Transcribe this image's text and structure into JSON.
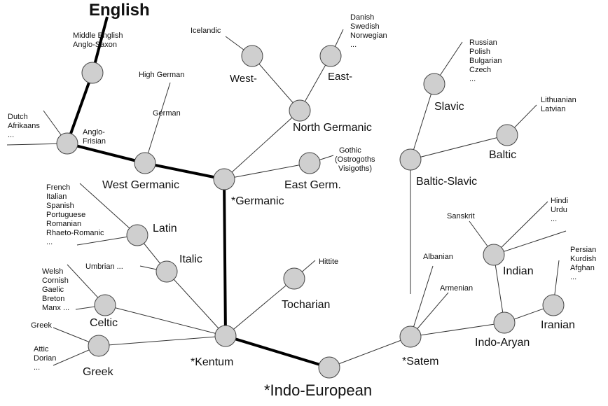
{
  "labels": {
    "english": "English",
    "middle_english": "Middle English",
    "anglo_saxon": "Anglo-Saxon",
    "icelandic": "Icelandic",
    "danish": "Danish",
    "swedish": "Swedish",
    "norwegian": "Norwegian",
    "nordic_more": "...",
    "west_n": "West-",
    "east_n": "East-",
    "high_german": "High German",
    "german": "German",
    "north_germanic": "North Germanic",
    "dutch": "Dutch",
    "afrikaans": "Afrikaans",
    "dutch_more": "...",
    "anglo": "Anglo-",
    "frisian": "Frisian",
    "gothic": "Gothic",
    "ostrogoths": "(Ostrogoths",
    "visigoths": "Visigoths)",
    "west_germanic": "West Germanic",
    "east_germ": "East Germ.",
    "germanic": "*Germanic",
    "french": "French",
    "italian": "Italian",
    "spanish": "Spanish",
    "portuguese": "Portuguese",
    "romanian": "Romanian",
    "rhaeto_romanic": "Rhaeto-Romanic",
    "romance_more": "...",
    "latin": "Latin",
    "umbrian": "Umbrian ...",
    "italic": "Italic",
    "welsh": "Welsh",
    "cornish": "Cornish",
    "gaelic": "Gaelic",
    "breton": "Breton",
    "manx": "Manx ...",
    "celtic": "Celtic",
    "greek_lang": "Greek",
    "attic": "Attic",
    "dorian": "Dorian",
    "greek_more": "...",
    "greek": "Greek",
    "hittite": "Hittite",
    "tocharian": "Tocharian",
    "kentum": "*Kentum",
    "indo_european": "*Indo-European",
    "russian": "Russian",
    "polish": "Polish",
    "bulgarian": "Bulgarian",
    "czech": "Czech",
    "slavic_more": "...",
    "slavic": "Slavic",
    "lithuanian": "Lithuanian",
    "latvian": "Latvian",
    "baltic": "Baltic",
    "baltic_slavic": "Baltic-Slavic",
    "sanskrit": "Sanskrit",
    "hindi": "Hindi",
    "urdu": "Urdu",
    "indic_more": "...",
    "indian": "Indian",
    "albanian": "Albanian",
    "armenian": "Armenian",
    "persian": "Persian",
    "kurdish": "Kurdish",
    "afghan": "Afghan",
    "iranian_more": "...",
    "iranian": "Iranian",
    "indo_aryan": "Indo-Aryan",
    "satem": "*Satem"
  }
}
